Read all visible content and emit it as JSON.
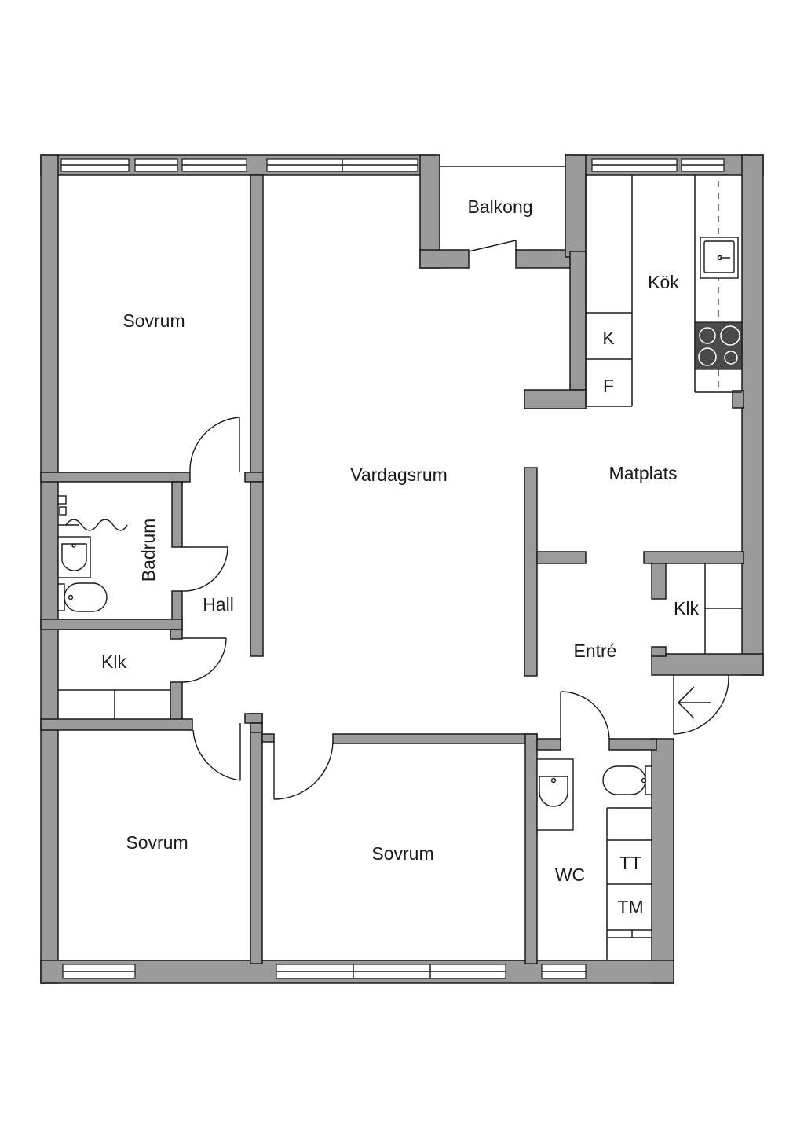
{
  "rooms": {
    "sovrum_top_left": "Sovrum",
    "balkong": "Balkong",
    "kok": "Kök",
    "kyl": "K",
    "frys": "F",
    "vardagsrum": "Vardagsrum",
    "matplats": "Matplats",
    "badrum": "Badrum",
    "hall": "Hall",
    "klk_left": "Klk",
    "klk_right": "Klk",
    "entre": "Entré",
    "sovrum_bottom_left": "Sovrum",
    "sovrum_bottom_middle": "Sovrum",
    "wc": "WC",
    "tt": "TT",
    "tm": "TM"
  },
  "colors": {
    "wall": "#9b9b9b",
    "line": "#1a1a1a",
    "background": "#ffffff"
  }
}
